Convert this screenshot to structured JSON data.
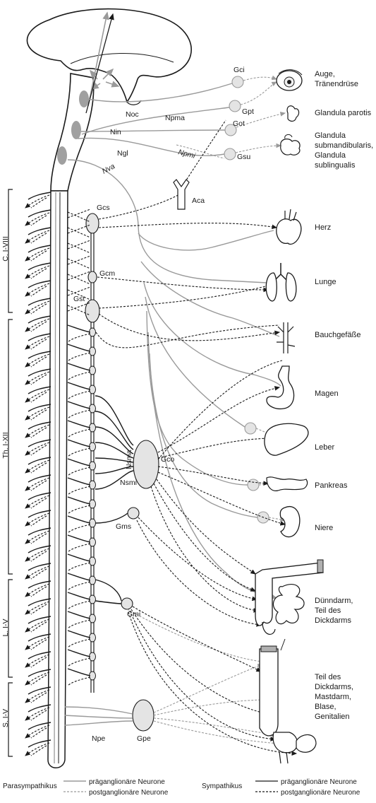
{
  "labels": {
    "Gci": "Gci",
    "Gpt": "Gpt",
    "Got": "Got",
    "Gsu": "Gsu",
    "Noc": "Noc",
    "Npma": "Npma",
    "Nin": "Nin",
    "Ngl": "Ngl",
    "Npmi": "Npmi",
    "Nva": "Nva",
    "Aca": "Aca",
    "Gcs": "Gcs",
    "Gcm": "Gcm",
    "Gst": "Gst",
    "Nsma": "Nsma",
    "Nsmi": "Nsmi",
    "Gco": "Gco",
    "Gms": "Gms",
    "Gmi": "Gmi",
    "Npe": "Npe",
    "Gpe": "Gpe"
  },
  "segments": {
    "cervical": "C. I-VIII",
    "thoracic": "Th. I-XII",
    "lumbar": "L. I-V",
    "sacral": "S. I-V"
  },
  "organs": {
    "eye_1": "Auge,",
    "eye_2": "Tränendrüse",
    "parotis_1": "Glandula parotis",
    "sub_1": "Glandula",
    "sub_2": "submandibularis,",
    "sub_3": "Glandula",
    "sub_4": "sublingualis",
    "heart": "Herz",
    "lung": "Lunge",
    "vessels": "Bauchgefäße",
    "stomach": "Magen",
    "liver": "Leber",
    "pancreas": "Pankreas",
    "kidney": "Niere",
    "bowel_1": "Dünndarm,",
    "bowel_2": "Teil des",
    "bowel_3": "Dickdarms",
    "pelvic_1": "Teil des",
    "pelvic_2": "Dickdarms,",
    "pelvic_3": "Mastdarm,",
    "pelvic_4": "Blase,",
    "pelvic_5": "Genitalien"
  },
  "legend": {
    "para": "Parasympathikus",
    "sym": "Sympathikus",
    "pre": "präganglionäre Neurone",
    "post": "postganglionäre Neurone"
  },
  "colors": {
    "parasympathetic": "#9a9a9a",
    "sympathetic": "#1a1a1a",
    "ganglion_fill": "#e4e4e4"
  }
}
